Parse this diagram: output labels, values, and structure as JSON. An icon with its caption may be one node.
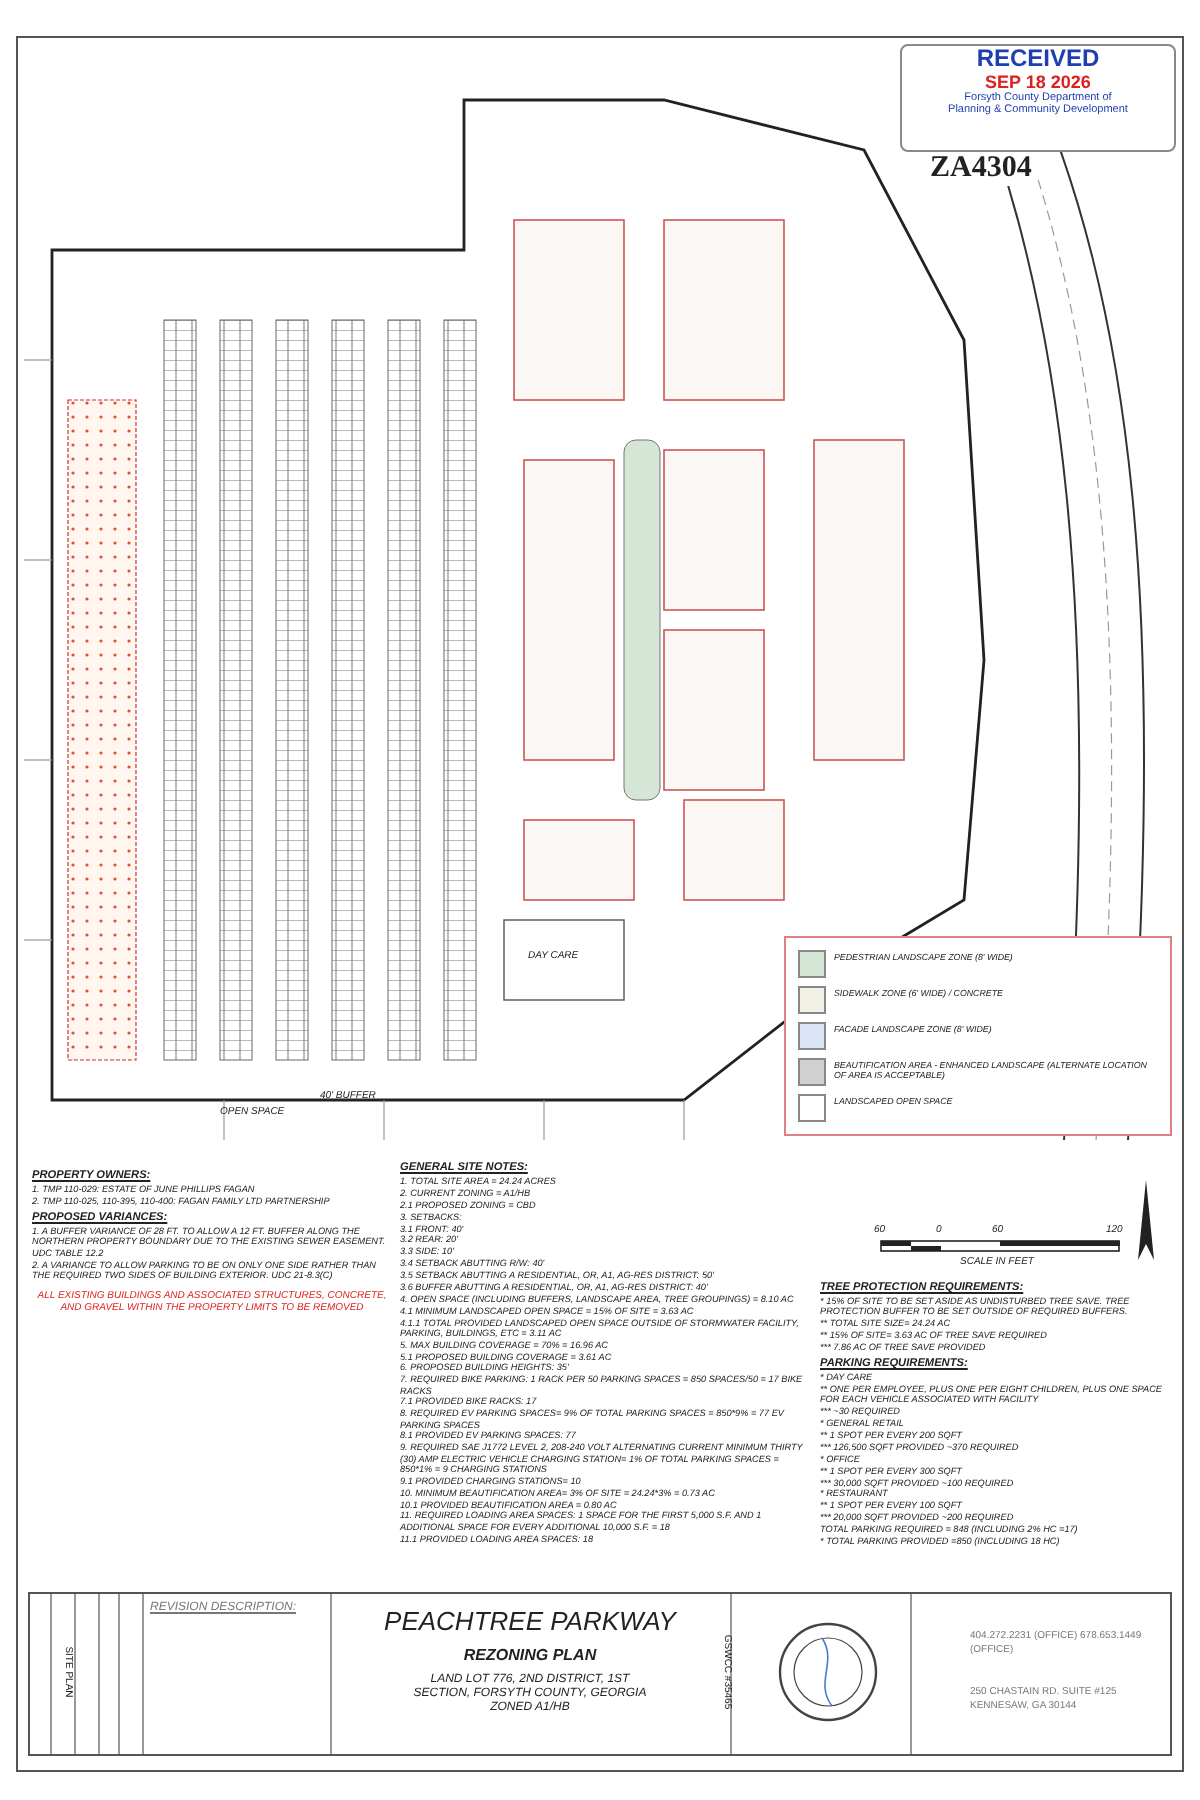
{
  "diagram": {
    "title": "PEACHTREE PARKWAY",
    "labels": [
      "RECEIVED",
      "SEP 18 2026",
      "Forsyth County Department of Planning & Community Development",
      "ZA4304",
      "DAY CARE",
      "OPEN SPACE",
      "40' BUFFER",
      "PROPERTY OWNERS:",
      "1. TMP 110-029: ESTATE OF JUNE PHILLIPS FAGAN",
      "2. TMP 110-025, 110-395, 110-400: FAGAN FAMILY LTD PARTNERSHIP",
      "PROPOSED VARIANCES:",
      "1. A BUFFER VARIANCE OF 28 FT. TO ALLOW A 12 FT. BUFFER ALONG THE NORTHERN PROPERTY BOUNDARY DUE TO THE EXISTING SEWER EASEMENT. UDC TABLE 12.2",
      "2. A VARIANCE TO ALLOW PARKING TO BE ON ONLY ONE SIDE RATHER THAN THE REQUIRED TWO SIDES OF BUILDING EXTERIOR. UDC 21-8.3(C)",
      "ALL EXISTING BUILDINGS AND ASSOCIATED STRUCTURES, CONCRETE, AND GRAVEL WITHIN THE PROPERTY LIMITS TO BE REMOVED",
      "GENERAL SITE NOTES:",
      "1. TOTAL SITE AREA = 24.24 ACRES",
      "2. CURRENT ZONING = A1/HB",
      "2.1 PROPOSED ZONING = CBD",
      "3. SETBACKS:",
      "3.1 FRONT: 40'",
      "3.2 REAR: 20'",
      "3.3 SIDE: 10'",
      "3.4 SETBACK ABUTTING R/W: 40'",
      "3.5 SETBACK ABUTTING A RESIDENTIAL, OR, A1, AG-RES DISTRICT: 50'",
      "3.6 BUFFER ABUTTING A RESIDENTIAL, OR, A1, AG-RES DISTRICT: 40'",
      "4. OPEN SPACE (INCLUDING BUFFERS, LANDSCAPE AREA, TREE GROUPINGS) = 8.10 AC",
      "4.1 MINIMUM LANDSCAPED OPEN SPACE = 15% OF SITE = 3.63 AC",
      "4.1.1 TOTAL PROVIDED LANDSCAPED OPEN SPACE OUTSIDE OF STORMWATER FACILITY, PARKING, BUILDINGS, ETC = 3.11 AC",
      "5. MAX BUILDING COVERAGE = 70% = 16.96 AC",
      "5.1 PROPOSED BUILDING COVERAGE = 3.61 AC",
      "6. PROPOSED BUILDING HEIGHTS: 35'",
      "7. REQUIRED BIKE PARKING: 1 RACK PER 50 PARKING SPACES = 850 SPACES/50 = 17 BIKE RACKS",
      "7.1 PROVIDED BIKE RACKS: 17",
      "8. REQUIRED EV PARKING SPACES= 9% OF TOTAL PARKING SPACES = 850*9% = 77 EV PARKING SPACES",
      "8.1 PROVIDED EV PARKING SPACES: 77",
      "9. REQUIRED SAE J1772 LEVEL 2, 208-240 VOLT ALTERNATING CURRENT MINIMUM THIRTY (30) AMP ELECTRIC VEHICLE CHARGING STATION= 1% OF TOTAL PARKING SPACES = 850*1% = 9 CHARGING STATIONS",
      "9.1 PROVIDED CHARGING STATIONS= 10",
      "10. MINIMUM BEAUTIFICATION AREA= 3% OF SITE = 24.24*3% = 0.73 AC",
      "10.1 PROVIDED BEAUTIFICATION AREA = 0.80 AC",
      "11. REQUIRED LOADING AREA SPACES: 1 SPACE FOR THE FIRST 5,000 S.F. AND 1 ADDITIONAL SPACE FOR EVERY ADDITIONAL 10,000 S.F. = 18",
      "11.1 PROVIDED LOADING AREA SPACES: 18",
      "60",
      "0",
      "60",
      "120",
      "SCALE IN FEET",
      "TREE PROTECTION REQUIREMENTS:",
      "* 15% OF SITE TO BE SET ASIDE AS UNDISTURBED TREE SAVE. TREE PROTECTION BUFFER TO BE SET OUTSIDE OF REQUIRED BUFFERS.",
      "** TOTAL SITE SIZE= 24.24 AC",
      "** 15% OF SITE= 3.63 AC OF TREE SAVE REQUIRED",
      "*** 7.86 AC OF TREE SAVE PROVIDED",
      "PARKING REQUIREMENTS:",
      "* DAY CARE",
      "** ONE PER EMPLOYEE, PLUS ONE PER EIGHT CHILDREN, PLUS ONE SPACE FOR EACH VEHICLE ASSOCIATED WITH FACILITY",
      "*** ~30 REQUIRED",
      "* GENERAL RETAIL",
      "** 1 SPOT PER EVERY 200 SQFT",
      "*** 126,500 SQFT PROVIDED ~370 REQUIRED",
      "* OFFICE",
      "** 1 SPOT PER EVERY 300 SQFT",
      "*** 30,000 SQFT PROVIDED ~100 REQUIRED",
      "* RESTAURANT",
      "** 1 SPOT PER EVERY 100 SQFT",
      "*** 20,000 SQFT PROVIDED ~200 REQUIRED",
      "TOTAL PARKING REQUIRED = 848 (INCLUDING 2% HC =17)",
      "* TOTAL PARKING PROVIDED =850 (INCLUDING 18 HC)",
      "REVISION DESCRIPTION:",
      "REZONING PLAN",
      "LAND LOT 776, 2ND DISTRICT, 1ST SECTION, FORSYTH COUNTY, GEORGIA ZONED A1/HB",
      "GSWCC #35465",
      "SITE PLAN",
      "404.272.2231 (OFFICE) 678.653.1449 (OFFICE)",
      "250 CHASTAIN RD. SUITE #125 KENNESAW, GA 30144"
    ],
    "legend": [
      {
        "text": "PEDESTRIAN LANDSCAPE ZONE (8' WIDE)",
        "color": "#d6e6d6"
      },
      {
        "text": "SIDEWALK ZONE (6' WIDE) / CONCRETE",
        "color": "#f1f1e6"
      },
      {
        "text": "FACADE LANDSCAPE ZONE (8' WIDE)",
        "color": "#dce4f7"
      },
      {
        "text": "BEAUTIFICATION AREA - ENHANCED LANDSCAPE (ALTERNATE LOCATION OF AREA IS ACCEPTABLE)",
        "color": "#d0d0d0"
      },
      {
        "text": "LANDSCAPED OPEN SPACE",
        "color": "#ffffff"
      }
    ]
  }
}
